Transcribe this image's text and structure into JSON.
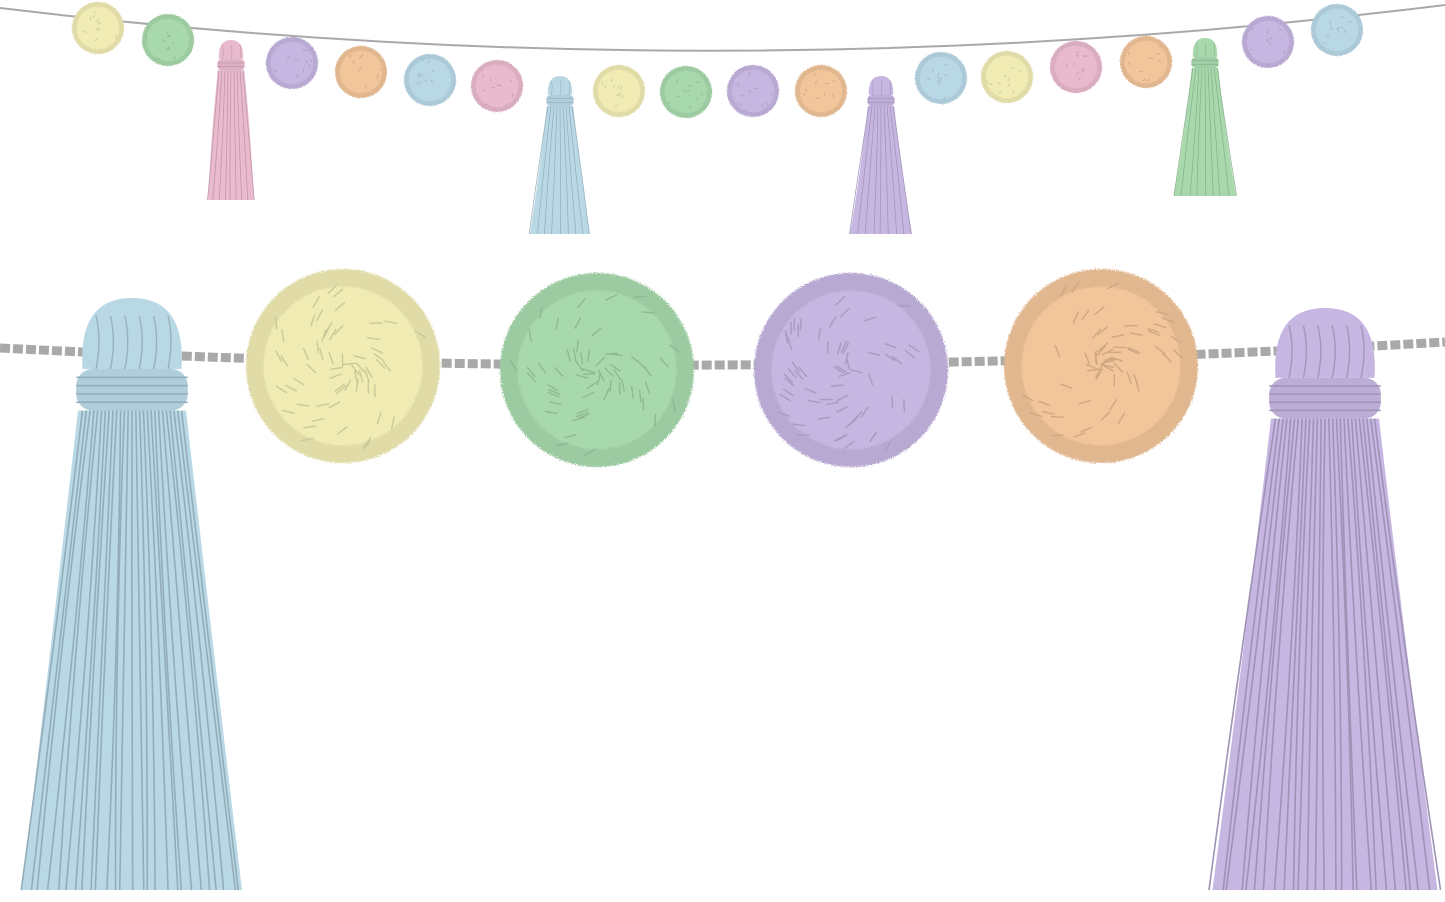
{
  "scene": {
    "background": "#ffffff",
    "cord_color": "#a9a9a9",
    "palette": {
      "yellow": "#f1ebb4",
      "green": "#a8d9ad",
      "lavender": "#c6b6e2",
      "peach": "#f2c59a",
      "blue": "#b8d8e6",
      "pink": "#e9b9cd"
    }
  },
  "top_garland": {
    "pompom_sequence": [
      "yellow",
      "green",
      "lavender",
      "peach",
      "blue",
      "pink",
      "yellow",
      "green",
      "lavender",
      "peach",
      "blue",
      "yellow",
      "pink",
      "peach",
      "lavender",
      "blue"
    ],
    "tassel_sequence": [
      "pink",
      "blue",
      "lavender",
      "green"
    ]
  },
  "bottom_garland": {
    "pompom_sequence": [
      "yellow",
      "green",
      "lavender",
      "peach"
    ],
    "tassel_sequence": [
      "blue",
      "lavender"
    ]
  }
}
